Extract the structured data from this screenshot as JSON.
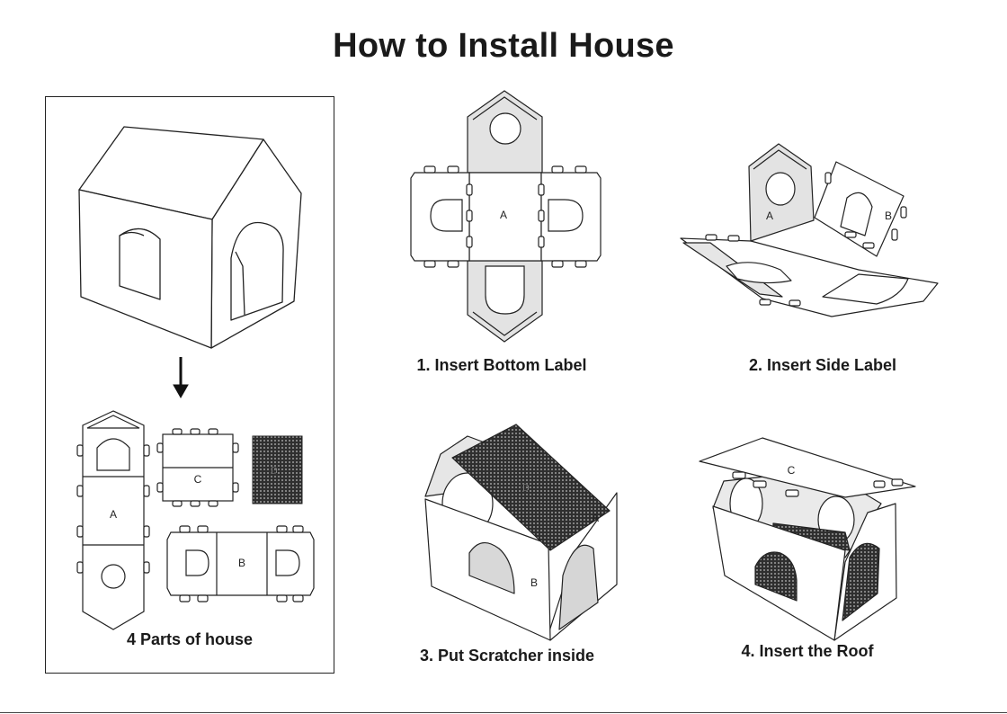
{
  "title": "How to Install House",
  "captions": {
    "parts": "4 Parts of house",
    "step1": "1. Insert Bottom Label",
    "step2": "2. Insert Side Label",
    "step3": "3. Put Scratcher inside",
    "step4": "4. Insert the Roof"
  },
  "part_labels": {
    "a": "A",
    "b": "B",
    "c": "C",
    "d": "D"
  },
  "colors": {
    "line": "#222222",
    "panel_fill": "#e6e6e6",
    "scratcher": "#3a3a3a"
  }
}
